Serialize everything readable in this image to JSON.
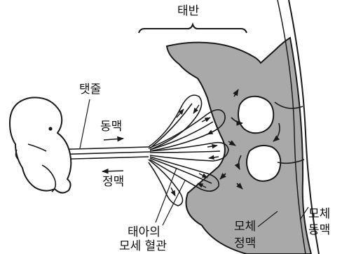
{
  "labels": {
    "placenta": "태반",
    "umbilical_cord": "탯줄",
    "artery": "동맥",
    "vein": "정맥",
    "fetal_capillary": [
      "태아의",
      "모세 혈관"
    ],
    "maternal_vein": [
      "모체",
      "정맥"
    ],
    "maternal_artery": [
      "모체",
      "동맥"
    ]
  },
  "colors": {
    "maternal_tissue": "#a9a9a9",
    "line": "#1a1a1a",
    "background": "#ffffff"
  }
}
